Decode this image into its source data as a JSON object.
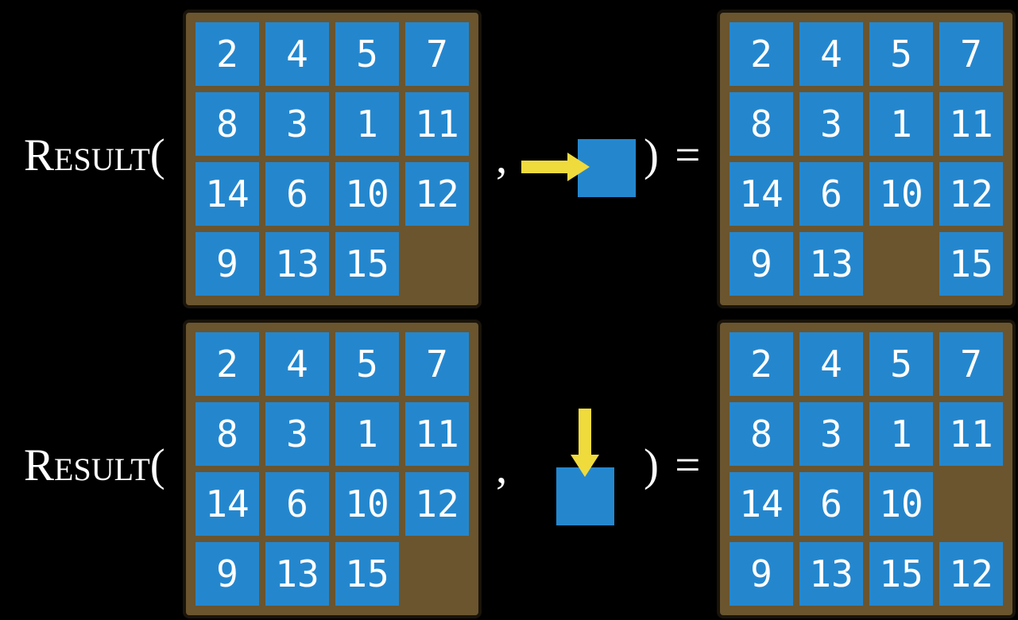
{
  "colors": {
    "background": "#000000",
    "frame": "#6A552F",
    "frame_border": "#1A140B",
    "tile": "#2487CE",
    "tile_text": "#FFFFFF",
    "arrow": "#F0DB3D",
    "text": "#FFFFFF"
  },
  "rows": [
    {
      "function_name": "Result",
      "open_paren": "(",
      "comma": ",",
      "close_paren_equals": ") =",
      "move_direction": "right",
      "initial_grid": [
        [
          "2",
          "4",
          "5",
          "7"
        ],
        [
          "8",
          "3",
          "1",
          "11"
        ],
        [
          "14",
          "6",
          "10",
          "12"
        ],
        [
          "9",
          "13",
          "15",
          ""
        ]
      ],
      "result_grid": [
        [
          "2",
          "4",
          "5",
          "7"
        ],
        [
          "8",
          "3",
          "1",
          "11"
        ],
        [
          "14",
          "6",
          "10",
          "12"
        ],
        [
          "9",
          "13",
          "",
          "15"
        ]
      ]
    },
    {
      "function_name": "Result",
      "open_paren": "(",
      "comma": ",",
      "close_paren_equals": ") =",
      "move_direction": "down",
      "initial_grid": [
        [
          "2",
          "4",
          "5",
          "7"
        ],
        [
          "8",
          "3",
          "1",
          "11"
        ],
        [
          "14",
          "6",
          "10",
          "12"
        ],
        [
          "9",
          "13",
          "15",
          ""
        ]
      ],
      "result_grid": [
        [
          "2",
          "4",
          "5",
          "7"
        ],
        [
          "8",
          "3",
          "1",
          "11"
        ],
        [
          "14",
          "6",
          "10",
          ""
        ],
        [
          "9",
          "13",
          "15",
          "12"
        ]
      ]
    }
  ]
}
